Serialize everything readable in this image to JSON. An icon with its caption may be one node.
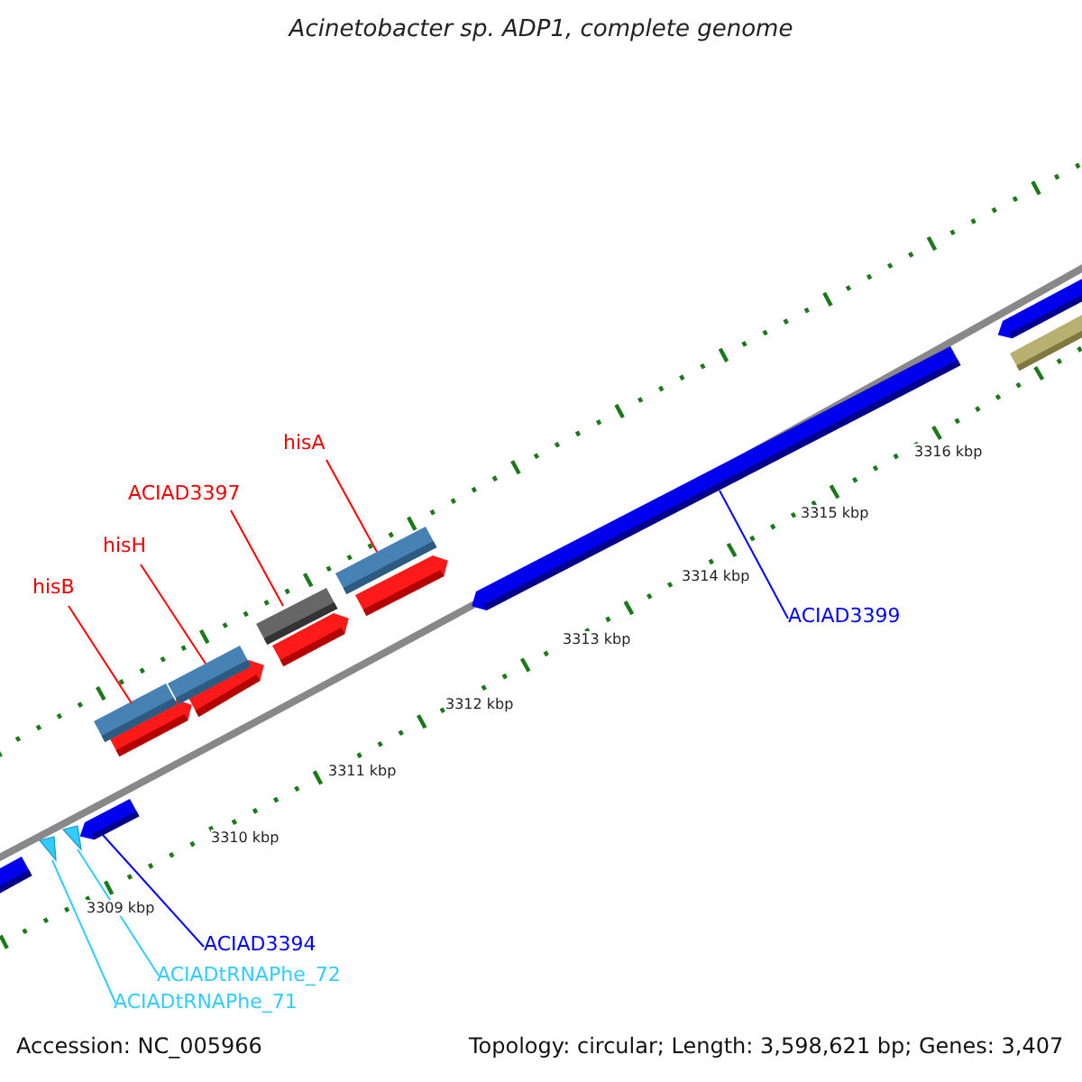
{
  "diagram": {
    "title": "Acinetobacter sp. ADP1, complete genome",
    "nodes": [
      {
        "text": [
          "hisA"
        ]
      },
      {
        "text": [
          "ACIAD3397"
        ]
      },
      {
        "text": [
          "hisH"
        ]
      },
      {
        "text": [
          "hisB"
        ]
      },
      {
        "text": [
          "ACIAD3399"
        ]
      },
      {
        "text": [
          "ACIAD3394"
        ]
      },
      {
        "text": [
          "ACIADtRNAPhe_72"
        ]
      },
      {
        "text": [
          "ACIADtRNAPhe_71"
        ]
      },
      {
        "text": [],
        "shape": "triangle"
      },
      {
        "text": [],
        "shape": "triangle"
      },
      {
        "text": [],
        "shape": "bar"
      },
      {
        "text": [],
        "shape": "bar"
      },
      {
        "text": [],
        "shape": "bar"
      },
      {
        "text": [],
        "shape": "bar"
      },
      {
        "text": [],
        "shape": "bar"
      },
      {
        "text": [],
        "shape": "bar"
      }
    ],
    "edges": [
      {
        "from": 0,
        "to": 14,
        "arrow": "none"
      },
      {
        "from": 1,
        "to": 13,
        "arrow": "none"
      },
      {
        "from": 2,
        "to": 12,
        "arrow": "none"
      },
      {
        "from": 3,
        "to": 11,
        "arrow": "none"
      },
      {
        "from": 4,
        "to": 15,
        "arrow": "none",
        "color": "#0000ff"
      },
      {
        "from": 5,
        "to": 10,
        "arrow": "none",
        "color": "#0000ff"
      },
      {
        "from": 6,
        "to": 9,
        "arrow": "none",
        "color": "#33ccff"
      },
      {
        "from": 7,
        "to": 8,
        "arrow": "none",
        "color": "#33ccff"
      }
    ],
    "labels": [
      "3316 kbp",
      "3315 kbp",
      "3314 kbp",
      "3313 kbp",
      "3312 kbp",
      "3311 kbp",
      "3310 kbp",
      "3309 kbp",
      "Accession: NC_005966",
      "Topology: circular; Length: 3,598,621 bp; Genes: 3,407"
    ]
  }
}
